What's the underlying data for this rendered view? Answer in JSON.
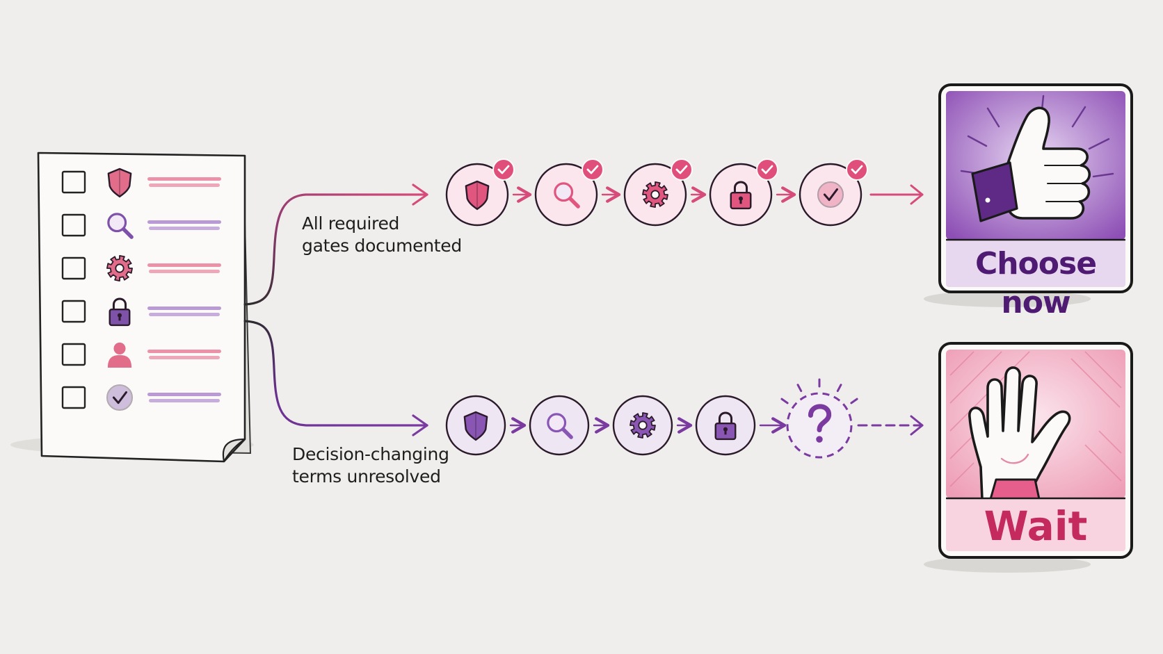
{
  "checklist": {
    "items": [
      {
        "icon": "shield-icon",
        "color": "#e26d8b",
        "bar_color": "#eb92a8"
      },
      {
        "icon": "magnifier-icon",
        "color": "#7d52a8",
        "bar_color": "#b99ad4"
      },
      {
        "icon": "gear-icon",
        "color": "#e26d8b",
        "bar_color": "#eb92a8"
      },
      {
        "icon": "lock-icon",
        "color": "#7d52a8",
        "bar_color": "#b99ad4"
      },
      {
        "icon": "person-icon",
        "color": "#e26d8b",
        "bar_color": "#eb92a8"
      },
      {
        "icon": "check-circle-icon",
        "color": "#7d52a8",
        "bar_color": "#b99ad4"
      }
    ]
  },
  "paths": {
    "documented": {
      "label_lines": [
        "All required",
        "gates documented"
      ],
      "color": "#d64b7a",
      "steps": [
        "shield-icon",
        "magnifier-icon",
        "gear-icon",
        "lock-icon",
        "check-circle-icon"
      ],
      "all_steps_checked": true
    },
    "unresolved": {
      "label_lines": [
        "Decision-changing",
        "terms unresolved"
      ],
      "color": "#7a3aa0",
      "steps": [
        "shield-icon",
        "magnifier-icon",
        "gear-icon",
        "lock-icon",
        "question-mark-icon"
      ],
      "final_step_dashed": true
    }
  },
  "outcomes": {
    "choose": {
      "label": "Choose now",
      "icon": "thumbs-up-icon",
      "text_color": "#4e1a72",
      "bg_color": "#9a62bd"
    },
    "wait": {
      "label": "Wait",
      "icon": "raised-hand-icon",
      "text_color": "#c42a5e",
      "bg_color": "#f0a9bd"
    }
  },
  "colors": {
    "pink": "#d64b7a",
    "purple": "#7a3aa0",
    "background": "#efeeec"
  }
}
